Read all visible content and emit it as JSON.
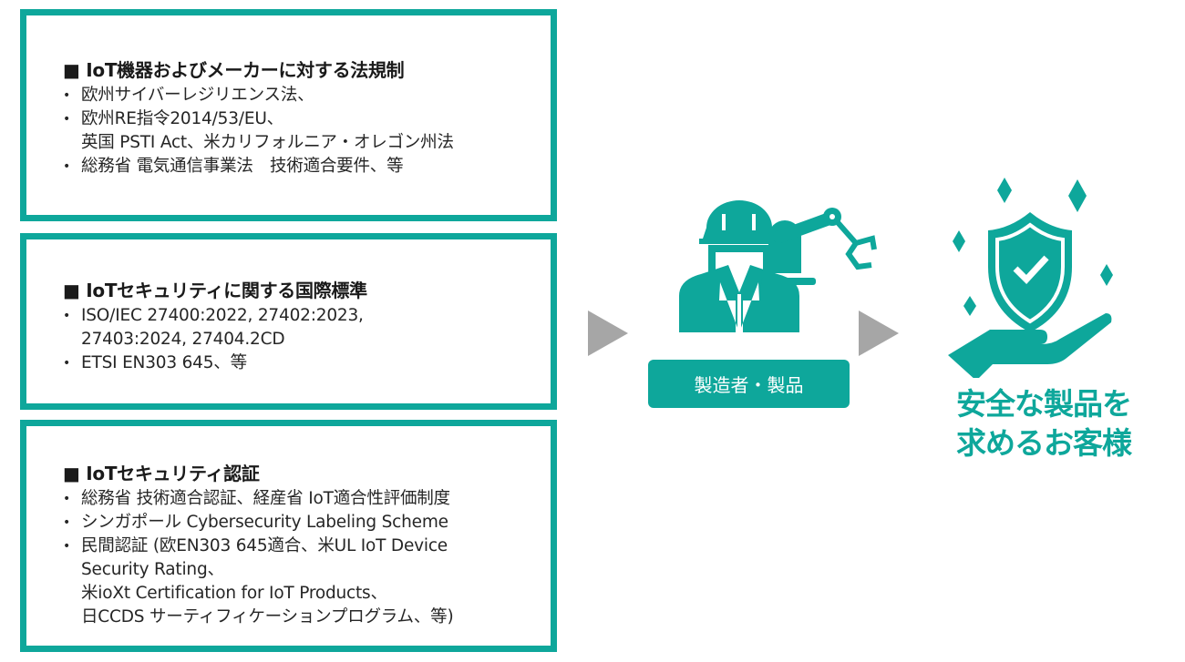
{
  "boxes": [
    {
      "title": "■ IoT機器およびメーカーに対する法規制",
      "lines": [
        {
          "text": "欧州サイバーレジリエンス法、",
          "bullet": true
        },
        {
          "text": "欧州RE指令2014/53/EU、",
          "bullet": true
        },
        {
          "text": "英国 PSTI Act、米カリフォルニア・オレゴン州法",
          "bullet": false
        },
        {
          "text": "総務省 電気通信事業法　技術適合要件、等",
          "bullet": true
        }
      ]
    },
    {
      "title": "■ IoTセキュリティに関する国際標準",
      "lines": [
        {
          "text": "ISO/IEC 27400:2022, 27402:2023,",
          "bullet": true
        },
        {
          "text": "27403:2024, 27404.2CD",
          "bullet": false
        },
        {
          "text": "ETSI EN303 645、等",
          "bullet": true
        }
      ]
    },
    {
      "title": "■ IoTセキュリティ認証",
      "lines": [
        {
          "text": "総務省 技術適合認証、経産省 IoT適合性評価制度",
          "bullet": true
        },
        {
          "text": "シンガポール Cybersecurity Labeling Scheme",
          "bullet": true
        },
        {
          "text": "民間認証 (欧EN303 645適合、米UL IoT Device",
          "bullet": true
        },
        {
          "text": "Security Rating、",
          "bullet": false
        },
        {
          "text": "米ioXt Certification for IoT Products、",
          "bullet": false
        },
        {
          "text": "日CCDS サーティフィケーションプログラム、等)",
          "bullet": false
        }
      ]
    }
  ],
  "manufacturer_label": "製造者・製品",
  "customer_line1": "安全な製品を",
  "customer_line2": "求めるお客様",
  "colors": {
    "accent": "#0ea79b",
    "arrow": "#a6a6a6"
  }
}
